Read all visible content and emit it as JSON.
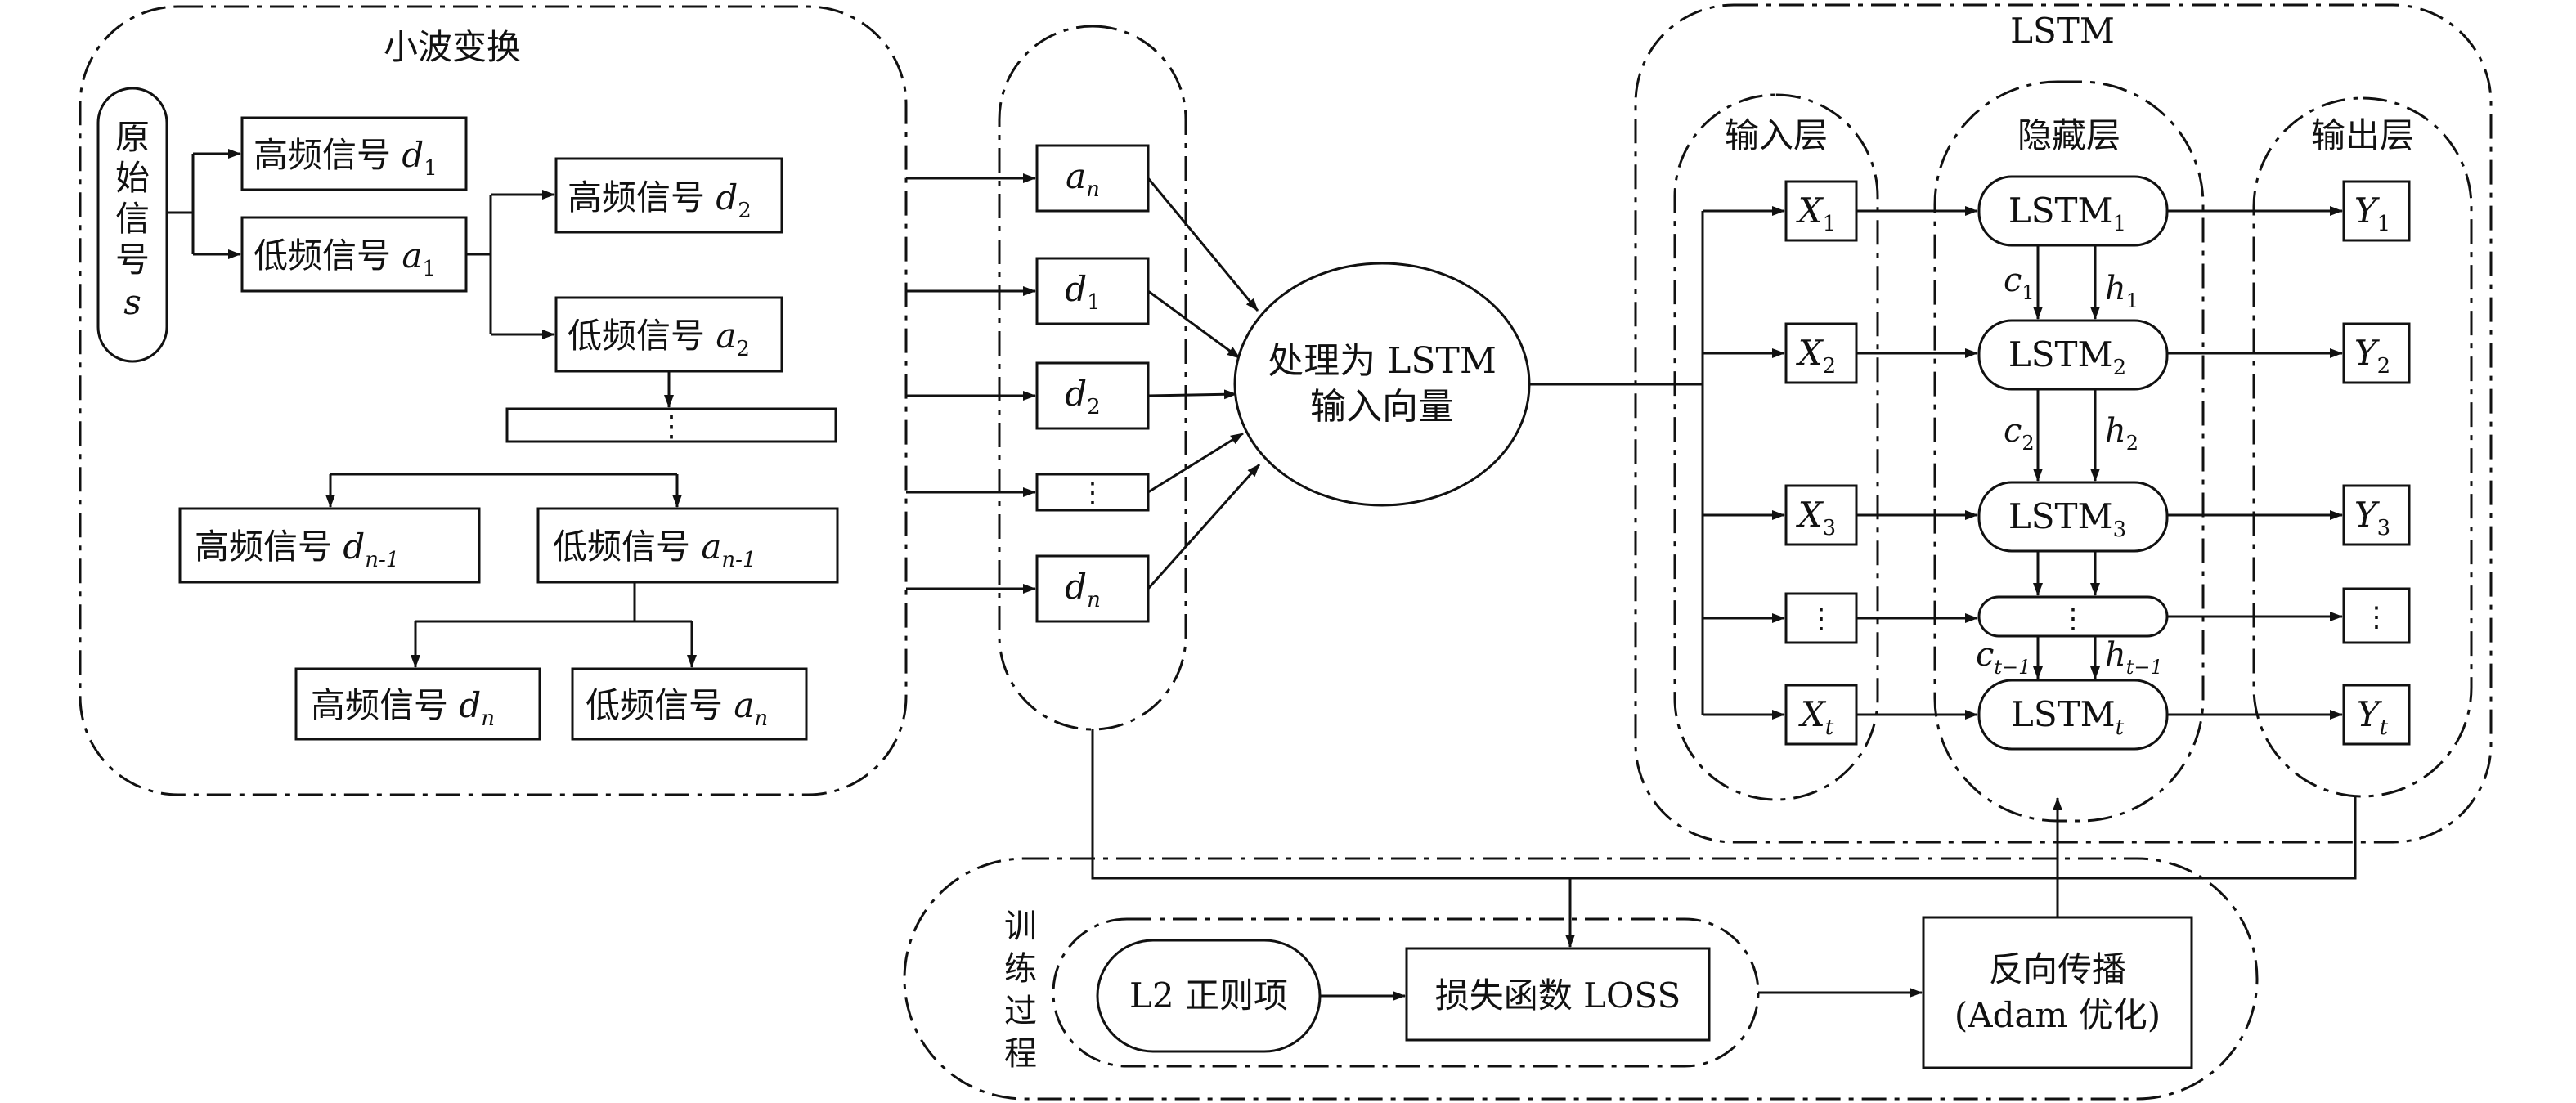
{
  "wavelet": {
    "title": "小波变换",
    "source_lines": [
      "原",
      "始",
      "信",
      "号"
    ],
    "source_var": "s",
    "hf": "高频信号",
    "lf": "低频信号",
    "d": "d",
    "a": "a",
    "s1": "1",
    "s2": "2",
    "sn1": "n-1",
    "sn": "n",
    "vdots": "⋮"
  },
  "components": {
    "vdots": "⋮"
  },
  "process_node": {
    "line1": "处理为 LSTM",
    "line2": "输入向量"
  },
  "lstm": {
    "title": "LSTM",
    "input_layer": "输入层",
    "hidden_layer": "隐藏层",
    "output_layer": "输出层",
    "cell": "LSTM",
    "x": "X",
    "y": "Y",
    "c": "c",
    "h": "h",
    "s1": "1",
    "s2": "2",
    "s3": "3",
    "st": "t",
    "st1": "t−1",
    "vdots": "⋮"
  },
  "training": {
    "title_chars": [
      "训",
      "练",
      "过",
      "程"
    ],
    "l2": "L2 正则项",
    "loss": "损失函数 LOSS",
    "backprop_line1": "反向传播",
    "backprop_line2": "(Adam 优化)"
  }
}
